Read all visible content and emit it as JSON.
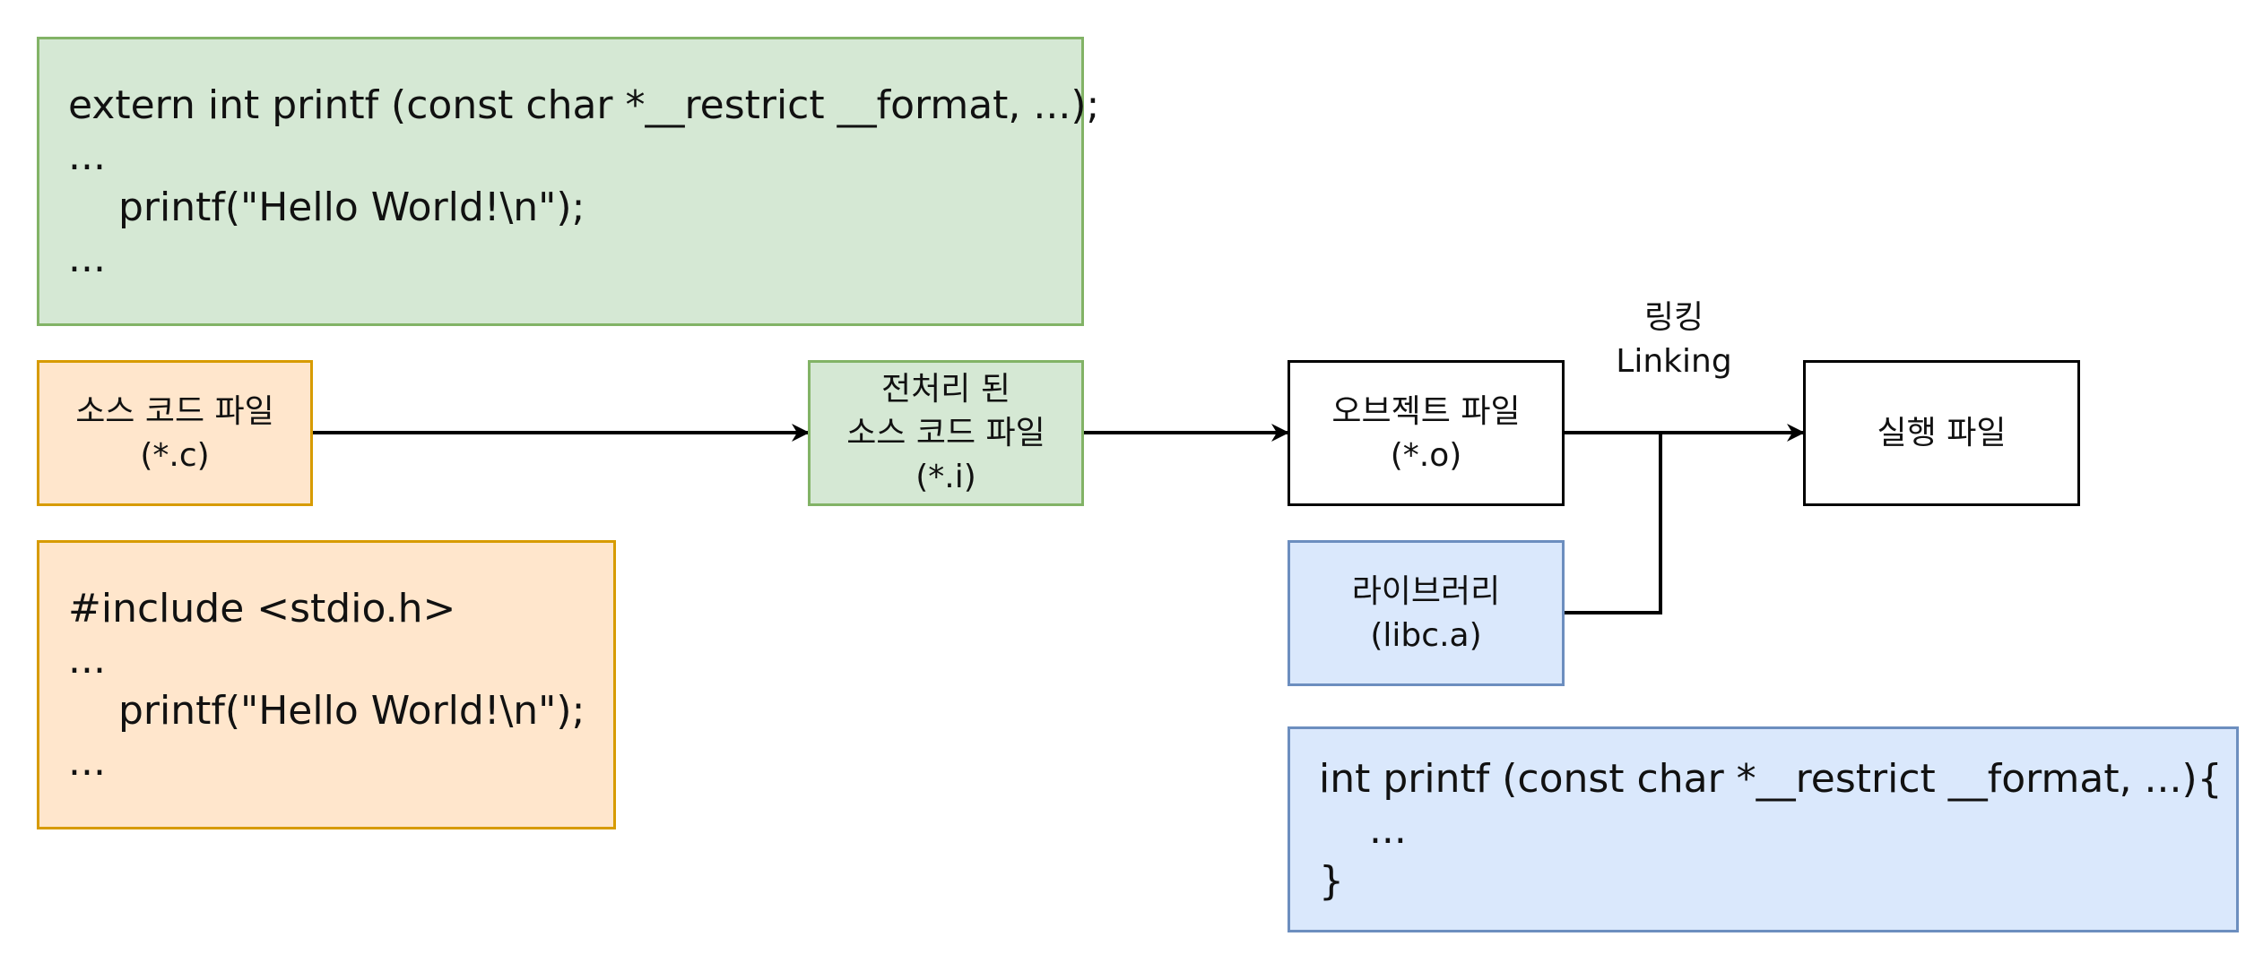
{
  "preprocessed_code": {
    "lines": [
      "extern int printf (const char *__restrict __format, ...);",
      "...",
      "    printf(\"Hello World!\\n\");",
      "..."
    ]
  },
  "source_code": {
    "lines": [
      "#include <stdio.h>",
      "...",
      "    printf(\"Hello World!\\n\");",
      "..."
    ]
  },
  "library_code": {
    "lines": [
      "int printf (const char *__restrict __format, ...){",
      "    ...",
      "}"
    ]
  },
  "nodes": {
    "source_file": {
      "line1": "소스 코드 파일",
      "line2": "(*.c)"
    },
    "preprocessed_file": {
      "line1": "전처리 된",
      "line2": "소스 코드 파일",
      "line3": "(*.i)"
    },
    "object_file": {
      "line1": "오브젝트 파일",
      "line2": "(*.o)"
    },
    "executable_file": {
      "line1": "실행 파일"
    },
    "library": {
      "line1": "라이브러리",
      "line2": "(libc.a)"
    }
  },
  "linking_label": {
    "line1": "링킹",
    "line2": "Linking"
  },
  "colors": {
    "green_fill": "#d5e8d4",
    "green_stroke": "#82b366",
    "orange_fill": "#ffe6cc",
    "orange_stroke": "#d79b00",
    "blue_fill": "#dae8fc",
    "blue_stroke": "#6c8ebf",
    "edge": "#000000"
  }
}
